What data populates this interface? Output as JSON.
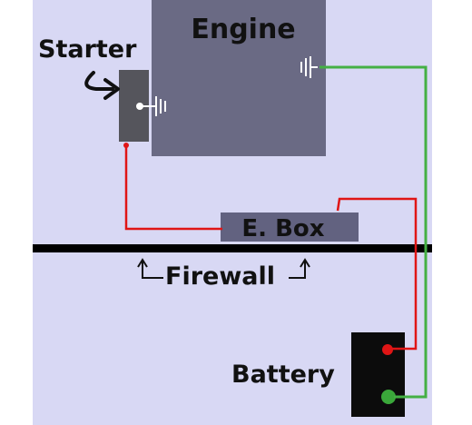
{
  "labels": {
    "engine": "Engine",
    "starter": "Starter",
    "ebox": "E. Box",
    "firewall": "Firewall",
    "battery": "Battery"
  },
  "colors": {
    "background": "#d8d8f4",
    "engine": "#6a6a84",
    "starter": "#55555c",
    "ebox": "#626280",
    "firewall": "#000000",
    "battery": "#0c0c0c",
    "positive_wire": "#e01515",
    "ground_wire": "#44b044"
  },
  "icons": [
    "ground-symbol-icon",
    "starter-arrow-icon",
    "firewall-arrow-icon"
  ]
}
